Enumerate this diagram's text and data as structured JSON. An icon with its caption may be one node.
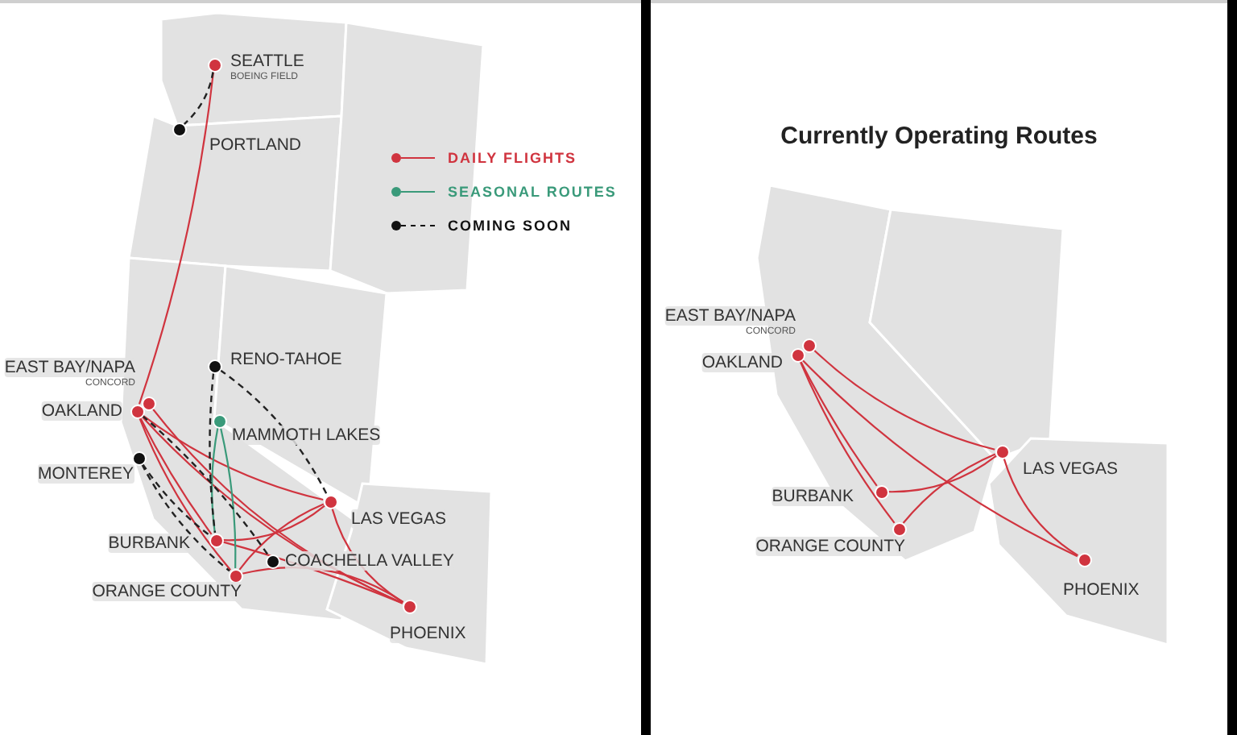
{
  "diagram": {
    "title": "Currently Operating Routes",
    "nodes": [
      {
        "text": [],
        "shape": "circle",
        "beside": [
          "SEATTLE",
          "BOEING FIELD"
        ]
      },
      {
        "text": [],
        "shape": "circle",
        "beside": [
          "PORTLAND"
        ]
      },
      {
        "text": [],
        "shape": "circle",
        "beside": [
          "EAST BAY/NAPA",
          "CONCORD"
        ]
      },
      {
        "text": [],
        "shape": "circle",
        "beside": [
          "OAKLAND"
        ]
      },
      {
        "text": [],
        "shape": "circle",
        "beside": [
          "RENO-TAHOE"
        ]
      },
      {
        "text": [],
        "shape": "circle",
        "beside": [
          "MAMMOTH LAKES"
        ]
      },
      {
        "text": [],
        "shape": "circle",
        "beside": [
          "MONTEREY"
        ]
      },
      {
        "text": [],
        "shape": "circle",
        "beside": [
          "LAS VEGAS"
        ]
      },
      {
        "text": [],
        "shape": "circle",
        "beside": [
          "BURBANK"
        ]
      },
      {
        "text": [],
        "shape": "circle",
        "beside": [
          "COACHELLA VALLEY"
        ]
      },
      {
        "text": [],
        "shape": "circle",
        "beside": [
          "ORANGE COUNTY"
        ]
      },
      {
        "text": [],
        "shape": "circle",
        "beside": [
          "PHOENIX"
        ]
      },
      {
        "text": [],
        "shape": "circle",
        "beside": [
          "EAST BAY/NAPA",
          "CONCORD"
        ]
      },
      {
        "text": [],
        "shape": "circle",
        "beside": [
          "OAKLAND"
        ]
      },
      {
        "text": [],
        "shape": "circle",
        "beside": [
          "LAS VEGAS"
        ]
      },
      {
        "text": [],
        "shape": "circle",
        "beside": [
          "BURBANK"
        ]
      },
      {
        "text": [],
        "shape": "circle",
        "beside": [
          "ORANGE COUNTY"
        ]
      },
      {
        "text": [],
        "shape": "circle",
        "beside": [
          "PHOENIX"
        ]
      }
    ],
    "edges": [
      {
        "from": 0,
        "to": 3,
        "arrow": "none"
      },
      {
        "from": 0,
        "to": 1,
        "arrow": "none",
        "style": "dashed",
        "color": "#222222"
      },
      {
        "from": 3,
        "to": 7,
        "arrow": "none"
      },
      {
        "from": 3,
        "to": 8,
        "arrow": "none"
      },
      {
        "from": 3,
        "to": 10,
        "arrow": "none"
      },
      {
        "from": 3,
        "to": 11,
        "arrow": "none"
      },
      {
        "from": 2,
        "to": 11,
        "arrow": "none"
      },
      {
        "from": 8,
        "to": 7,
        "arrow": "none"
      },
      {
        "from": 10,
        "to": 7,
        "arrow": "none"
      },
      {
        "from": 7,
        "to": 11,
        "arrow": "none"
      },
      {
        "from": 8,
        "to": 11,
        "arrow": "none"
      },
      {
        "from": 10,
        "to": 11,
        "arrow": "none"
      },
      {
        "from": 5,
        "to": 8,
        "arrow": "none",
        "color": "#3a9a7a"
      },
      {
        "from": 5,
        "to": 10,
        "arrow": "none",
        "color": "#3a9a7a"
      },
      {
        "from": 4,
        "to": 8,
        "arrow": "none",
        "style": "dashed",
        "color": "#222222"
      },
      {
        "from": 4,
        "to": 7,
        "arrow": "none",
        "style": "dashed",
        "color": "#222222"
      },
      {
        "from": 6,
        "to": 10,
        "arrow": "none",
        "style": "dashed",
        "color": "#222222"
      },
      {
        "from": 6,
        "to": 8,
        "arrow": "none",
        "style": "dashed",
        "color": "#222222"
      },
      {
        "from": 3,
        "to": 9,
        "arrow": "none",
        "style": "dashed",
        "color": "#222222"
      },
      {
        "from": 12,
        "to": 14,
        "arrow": "none"
      },
      {
        "from": 13,
        "to": 15,
        "arrow": "none"
      },
      {
        "from": 13,
        "to": 16,
        "arrow": "none"
      },
      {
        "from": 13,
        "to": 17,
        "arrow": "none"
      },
      {
        "from": 15,
        "to": 14,
        "arrow": "none"
      },
      {
        "from": 16,
        "to": 14,
        "arrow": "none"
      },
      {
        "from": 14,
        "to": 17,
        "arrow": "none"
      }
    ],
    "legend": [
      {
        "text": "DAILY FLIGHTS",
        "color": "#d0343f"
      },
      {
        "text": "SEASONAL ROUTES",
        "color": "#3a9a7a"
      },
      {
        "text": "COMING SOON",
        "color": "#111111"
      }
    ]
  }
}
